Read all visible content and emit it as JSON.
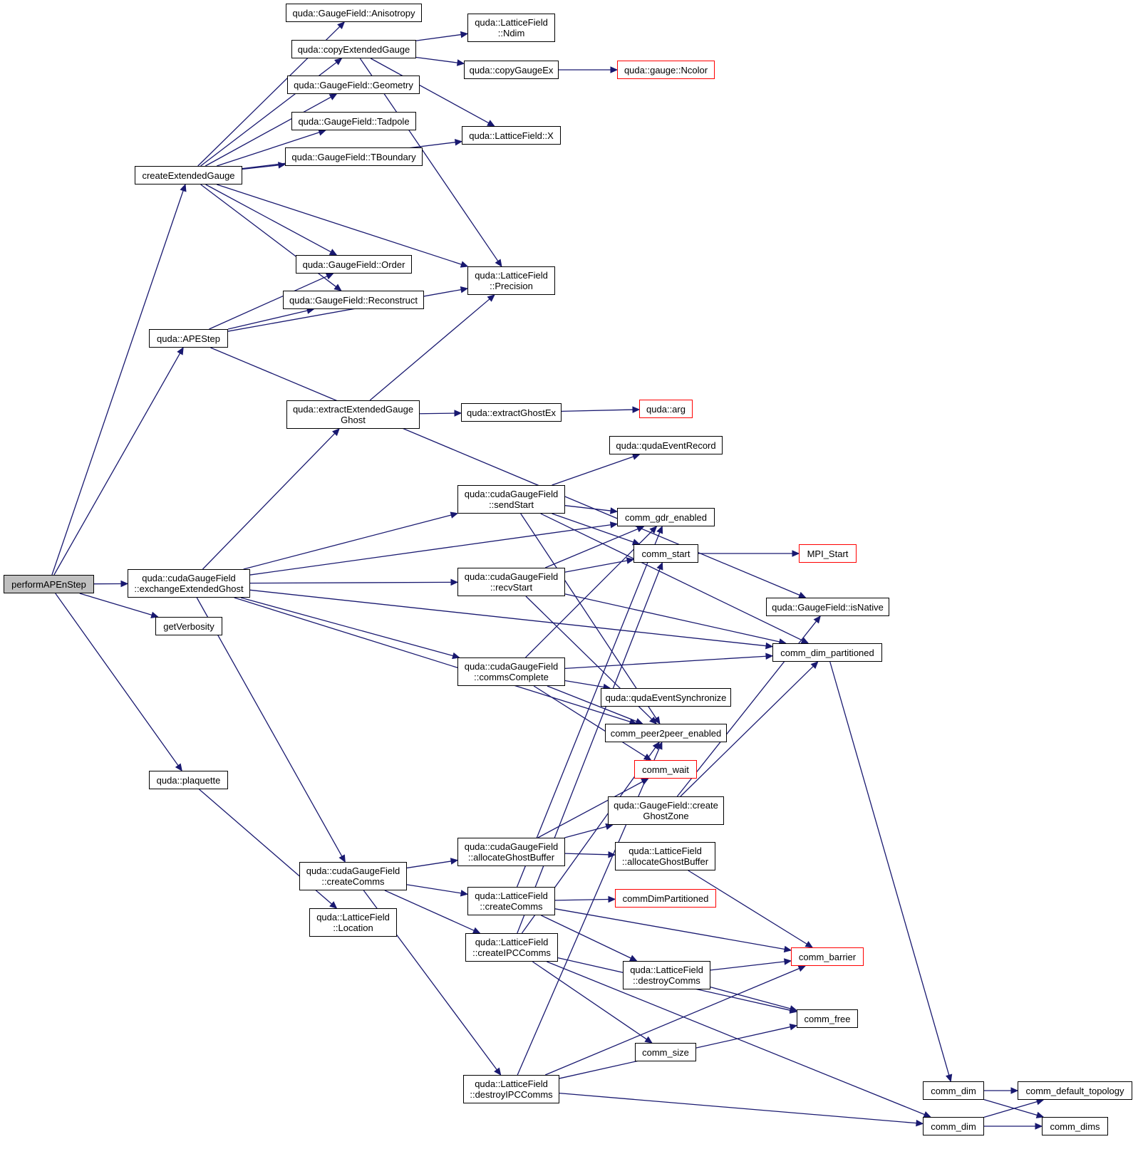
{
  "colors": {
    "edge": "#191970",
    "border": "#000000",
    "truncated_border": "#ff0000",
    "root_fill": "#bfbfbf"
  },
  "nodes": [
    {
      "id": "performAPEnStep",
      "lines": [
        "performAPEnStep"
      ],
      "root": true
    },
    {
      "id": "createExtendedGauge",
      "lines": [
        "createExtendedGauge"
      ]
    },
    {
      "id": "APEStep",
      "lines": [
        "quda::APEStep"
      ]
    },
    {
      "id": "exchangeExtendedGhost",
      "lines": [
        "quda::cudaGaugeField",
        "::exchangeExtendedGhost"
      ]
    },
    {
      "id": "getVerbosity",
      "lines": [
        "getVerbosity"
      ]
    },
    {
      "id": "plaquette",
      "lines": [
        "quda::plaquette"
      ]
    },
    {
      "id": "Anisotropy",
      "lines": [
        "quda::GaugeField::Anisotropy"
      ]
    },
    {
      "id": "copyExtendedGauge",
      "lines": [
        "quda::copyExtendedGauge"
      ]
    },
    {
      "id": "Geometry",
      "lines": [
        "quda::GaugeField::Geometry"
      ]
    },
    {
      "id": "Tadpole",
      "lines": [
        "quda::GaugeField::Tadpole"
      ]
    },
    {
      "id": "TBoundary",
      "lines": [
        "quda::GaugeField::TBoundary"
      ]
    },
    {
      "id": "Order",
      "lines": [
        "quda::GaugeField::Order"
      ]
    },
    {
      "id": "Reconstruct",
      "lines": [
        "quda::GaugeField::Reconstruct"
      ]
    },
    {
      "id": "extractExtendedGaugeGhost",
      "lines": [
        "quda::extractExtendedGauge",
        "Ghost"
      ]
    },
    {
      "id": "createComms",
      "lines": [
        "quda::cudaGaugeField",
        "::createComms"
      ]
    },
    {
      "id": "Location",
      "lines": [
        "quda::LatticeField",
        "::Location"
      ]
    },
    {
      "id": "Ndim",
      "lines": [
        "quda::LatticeField",
        "::Ndim"
      ]
    },
    {
      "id": "copyGaugeEx",
      "lines": [
        "quda::copyGaugeEx"
      ]
    },
    {
      "id": "LatticeX",
      "lines": [
        "quda::LatticeField::X"
      ]
    },
    {
      "id": "Precision",
      "lines": [
        "quda::LatticeField",
        "::Precision"
      ]
    },
    {
      "id": "extractGhostEx",
      "lines": [
        "quda::extractGhostEx"
      ]
    },
    {
      "id": "sendStart",
      "lines": [
        "quda::cudaGaugeField",
        "::sendStart"
      ]
    },
    {
      "id": "recvStart",
      "lines": [
        "quda::cudaGaugeField",
        "::recvStart"
      ]
    },
    {
      "id": "commsComplete",
      "lines": [
        "quda::cudaGaugeField",
        "::commsComplete"
      ]
    },
    {
      "id": "allocateGhostBufferC",
      "lines": [
        "quda::cudaGaugeField",
        "::allocateGhostBuffer"
      ]
    },
    {
      "id": "LFcreateComms",
      "lines": [
        "quda::LatticeField",
        "::createComms"
      ]
    },
    {
      "id": "createIPCComms",
      "lines": [
        "quda::LatticeField",
        "::createIPCComms"
      ]
    },
    {
      "id": "destroyIPCComms",
      "lines": [
        "quda::LatticeField",
        "::destroyIPCComms"
      ]
    },
    {
      "id": "Ncolor",
      "lines": [
        "quda::gauge::Ncolor"
      ],
      "truncated": true
    },
    {
      "id": "arg",
      "lines": [
        "quda::arg"
      ],
      "truncated": true
    },
    {
      "id": "qudaEventRecord",
      "lines": [
        "quda::qudaEventRecord"
      ]
    },
    {
      "id": "comm_gdr_enabled",
      "lines": [
        "comm_gdr_enabled"
      ]
    },
    {
      "id": "comm_start",
      "lines": [
        "comm_start"
      ]
    },
    {
      "id": "qudaEventSynchronize",
      "lines": [
        "quda::qudaEventSynchronize"
      ]
    },
    {
      "id": "comm_peer2peer_enabled",
      "lines": [
        "comm_peer2peer_enabled"
      ]
    },
    {
      "id": "comm_wait",
      "lines": [
        "comm_wait"
      ],
      "truncated": true
    },
    {
      "id": "createGhostZone",
      "lines": [
        "quda::GaugeField::create",
        "GhostZone"
      ]
    },
    {
      "id": "allocateGhostBufferL",
      "lines": [
        "quda::LatticeField",
        "::allocateGhostBuffer"
      ]
    },
    {
      "id": "commDimPartitioned",
      "lines": [
        "commDimPartitioned"
      ],
      "truncated": true
    },
    {
      "id": "destroyComms",
      "lines": [
        "quda::LatticeField",
        "::destroyComms"
      ]
    },
    {
      "id": "comm_size",
      "lines": [
        "comm_size"
      ]
    },
    {
      "id": "MPI_Start",
      "lines": [
        "MPI_Start"
      ],
      "truncated": true
    },
    {
      "id": "isNative",
      "lines": [
        "quda::GaugeField::isNative"
      ]
    },
    {
      "id": "comm_dim_partitioned",
      "lines": [
        "comm_dim_partitioned"
      ]
    },
    {
      "id": "comm_barrier",
      "lines": [
        "comm_barrier"
      ],
      "truncated": true
    },
    {
      "id": "comm_free",
      "lines": [
        "comm_free"
      ]
    },
    {
      "id": "comm_dim_a",
      "lines": [
        "comm_dim"
      ]
    },
    {
      "id": "comm_dim_b",
      "lines": [
        "comm_dim"
      ]
    },
    {
      "id": "comm_default_topology",
      "lines": [
        "comm_default_topology"
      ]
    },
    {
      "id": "comm_dims",
      "lines": [
        "comm_dims"
      ]
    }
  ],
  "edges": [
    [
      "performAPEnStep",
      "createExtendedGauge"
    ],
    [
      "performAPEnStep",
      "APEStep"
    ],
    [
      "performAPEnStep",
      "exchangeExtendedGhost"
    ],
    [
      "performAPEnStep",
      "getVerbosity"
    ],
    [
      "performAPEnStep",
      "plaquette"
    ],
    [
      "createExtendedGauge",
      "Anisotropy"
    ],
    [
      "createExtendedGauge",
      "copyExtendedGauge"
    ],
    [
      "createExtendedGauge",
      "Geometry"
    ],
    [
      "createExtendedGauge",
      "Tadpole"
    ],
    [
      "createExtendedGauge",
      "TBoundary"
    ],
    [
      "createExtendedGauge",
      "LatticeX"
    ],
    [
      "createExtendedGauge",
      "Order"
    ],
    [
      "createExtendedGauge",
      "Reconstruct"
    ],
    [
      "createExtendedGauge",
      "Precision"
    ],
    [
      "copyExtendedGauge",
      "Ndim"
    ],
    [
      "copyExtendedGauge",
      "copyGaugeEx"
    ],
    [
      "copyExtendedGauge",
      "LatticeX"
    ],
    [
      "copyExtendedGauge",
      "Precision"
    ],
    [
      "copyGaugeEx",
      "Ncolor"
    ],
    [
      "APEStep",
      "Order"
    ],
    [
      "APEStep",
      "Reconstruct"
    ],
    [
      "APEStep",
      "Precision"
    ],
    [
      "APEStep",
      "isNative"
    ],
    [
      "exchangeExtendedGhost",
      "extractExtendedGaugeGhost"
    ],
    [
      "exchangeExtendedGhost",
      "sendStart"
    ],
    [
      "exchangeExtendedGhost",
      "comm_gdr_enabled"
    ],
    [
      "exchangeExtendedGhost",
      "recvStart"
    ],
    [
      "exchangeExtendedGhost",
      "comm_dim_partitioned"
    ],
    [
      "exchangeExtendedGhost",
      "commsComplete"
    ],
    [
      "exchangeExtendedGhost",
      "comm_peer2peer_enabled"
    ],
    [
      "exchangeExtendedGhost",
      "createComms"
    ],
    [
      "extractExtendedGaugeGhost",
      "Precision"
    ],
    [
      "extractExtendedGaugeGhost",
      "extractGhostEx"
    ],
    [
      "extractGhostEx",
      "arg"
    ],
    [
      "plaquette",
      "Location"
    ],
    [
      "sendStart",
      "qudaEventRecord"
    ],
    [
      "sendStart",
      "comm_gdr_enabled"
    ],
    [
      "sendStart",
      "comm_start"
    ],
    [
      "sendStart",
      "comm_peer2peer_enabled"
    ],
    [
      "sendStart",
      "comm_dim_partitioned"
    ],
    [
      "recvStart",
      "comm_gdr_enabled"
    ],
    [
      "recvStart",
      "comm_start"
    ],
    [
      "recvStart",
      "comm_peer2peer_enabled"
    ],
    [
      "recvStart",
      "comm_dim_partitioned"
    ],
    [
      "commsComplete",
      "comm_gdr_enabled"
    ],
    [
      "commsComplete",
      "comm_dim_partitioned"
    ],
    [
      "commsComplete",
      "qudaEventSynchronize"
    ],
    [
      "commsComplete",
      "comm_peer2peer_enabled"
    ],
    [
      "commsComplete",
      "comm_wait"
    ],
    [
      "comm_start",
      "MPI_Start"
    ],
    [
      "createComms",
      "allocateGhostBufferC"
    ],
    [
      "createComms",
      "LFcreateComms"
    ],
    [
      "createComms",
      "createIPCComms"
    ],
    [
      "createComms",
      "destroyIPCComms"
    ],
    [
      "allocateGhostBufferC",
      "createGhostZone"
    ],
    [
      "allocateGhostBufferC",
      "allocateGhostBufferL"
    ],
    [
      "allocateGhostBufferC",
      "comm_wait"
    ],
    [
      "LFcreateComms",
      "comm_gdr_enabled"
    ],
    [
      "LFcreateComms",
      "commDimPartitioned"
    ],
    [
      "LFcreateComms",
      "comm_barrier"
    ],
    [
      "LFcreateComms",
      "destroyComms"
    ],
    [
      "createIPCComms",
      "comm_peer2peer_enabled"
    ],
    [
      "createIPCComms",
      "comm_start"
    ],
    [
      "createIPCComms",
      "comm_free"
    ],
    [
      "createIPCComms",
      "comm_size"
    ],
    [
      "createIPCComms",
      "comm_dim_b"
    ],
    [
      "destroyIPCComms",
      "comm_peer2peer_enabled"
    ],
    [
      "destroyIPCComms",
      "comm_barrier"
    ],
    [
      "destroyIPCComms",
      "comm_free"
    ],
    [
      "destroyIPCComms",
      "comm_dim_b"
    ],
    [
      "createGhostZone",
      "isNative"
    ],
    [
      "createGhostZone",
      "comm_dim_partitioned"
    ],
    [
      "allocateGhostBufferL",
      "comm_barrier"
    ],
    [
      "destroyComms",
      "comm_barrier"
    ],
    [
      "destroyComms",
      "comm_free"
    ],
    [
      "comm_dim_partitioned",
      "comm_dim_a"
    ],
    [
      "comm_dim_a",
      "comm_default_topology"
    ],
    [
      "comm_dim_a",
      "comm_dims"
    ],
    [
      "comm_dim_b",
      "comm_default_topology"
    ],
    [
      "comm_dim_b",
      "comm_dims"
    ]
  ]
}
